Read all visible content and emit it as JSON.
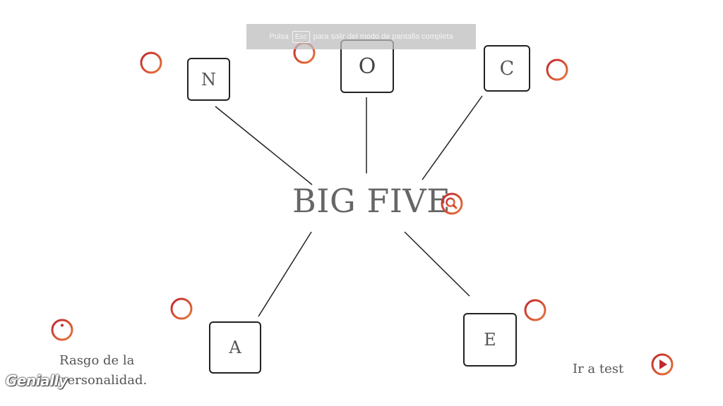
{
  "fullscreen_notice": {
    "prefix": "Pulsa",
    "key": "Esc",
    "suffix": "para salir del modo de pantalla completa"
  },
  "title": "BIG FIVE",
  "traits": {
    "n": "N",
    "o": "O",
    "c": "C",
    "a": "A",
    "e": "E"
  },
  "caption": {
    "line1": "Rasgo de la",
    "line2": "personalidad."
  },
  "test_link": "Ir a test",
  "logo": "Genially",
  "colors": {
    "accent_red": "#c0282d",
    "accent_orange": "#e8763a",
    "text_gray": "#555555"
  },
  "icons": [
    "plus-icon",
    "search-icon",
    "info-icon",
    "play-icon"
  ]
}
